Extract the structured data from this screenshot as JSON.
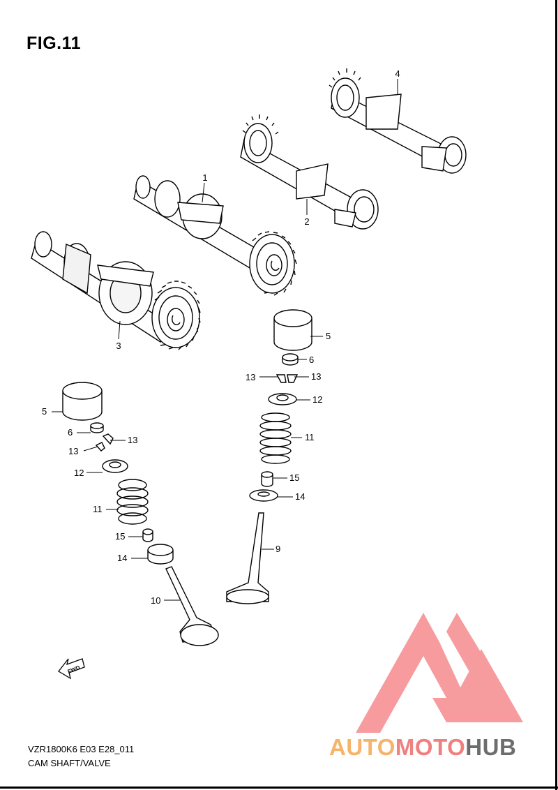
{
  "figure": {
    "title": "FIG.11"
  },
  "footer": {
    "code": "VZR1800K6 E03 E28_011",
    "caption": "CAM SHAFT/VALVE"
  },
  "fwd_label": "FWD",
  "brand": {
    "part1": "AUTO",
    "part2": "MOTO",
    "part3": "HUB",
    "color1": "#f6b36a",
    "color2": "#f07f80",
    "color3": "#6d6d6d",
    "logo_color": "#f47a7e"
  },
  "callouts": [
    "1",
    "2",
    "3",
    "4",
    "5",
    "5",
    "6",
    "6",
    "13",
    "13",
    "13",
    "13",
    "12",
    "12",
    "11",
    "11",
    "15",
    "15",
    "14",
    "14",
    "9",
    "10"
  ]
}
